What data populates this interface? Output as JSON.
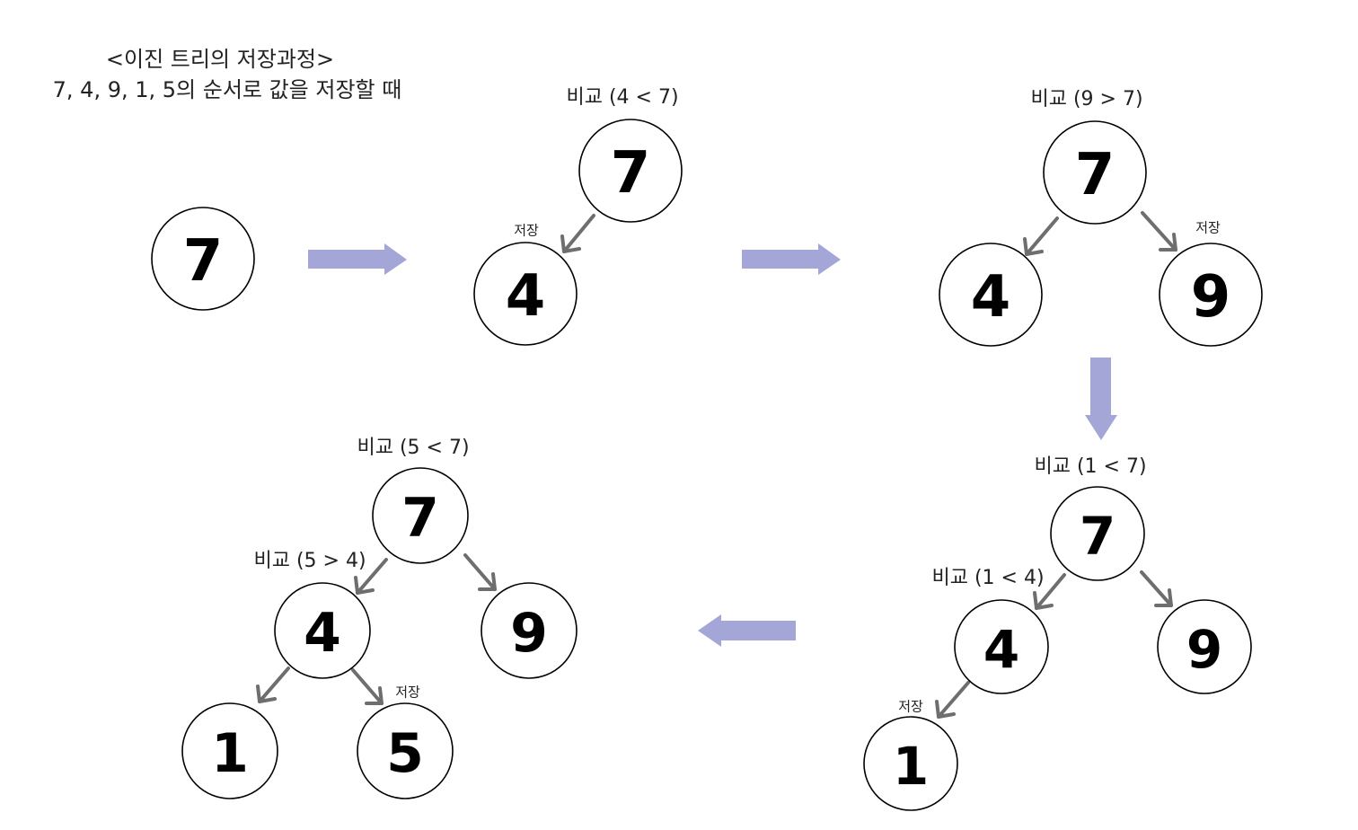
{
  "title": {
    "line1": "<이진 트리의 저장과정>",
    "line2": "7, 4, 9, 1, 5의 순서로 값을 저장할 때"
  },
  "colors": {
    "flow_arrow": "#a3a6d6",
    "edge": "#6e6e6e",
    "node_stroke": "#000000"
  },
  "stages": [
    {
      "nodes": [
        "7"
      ],
      "labels": []
    },
    {
      "nodes": [
        "7",
        "4"
      ],
      "labels": [
        "비교 (4 < 7)",
        "저장"
      ]
    },
    {
      "nodes": [
        "7",
        "4",
        "9"
      ],
      "labels": [
        "비교 (9 > 7)",
        "저장"
      ]
    },
    {
      "nodes": [
        "7",
        "4",
        "9",
        "1"
      ],
      "labels": [
        "비교 (1 < 7)",
        "비교 (1 < 4)",
        "저장"
      ]
    },
    {
      "nodes": [
        "7",
        "4",
        "9",
        "1",
        "5"
      ],
      "labels": [
        "비교 (5 < 7)",
        "비교 (5 > 4)",
        "저장"
      ]
    }
  ]
}
